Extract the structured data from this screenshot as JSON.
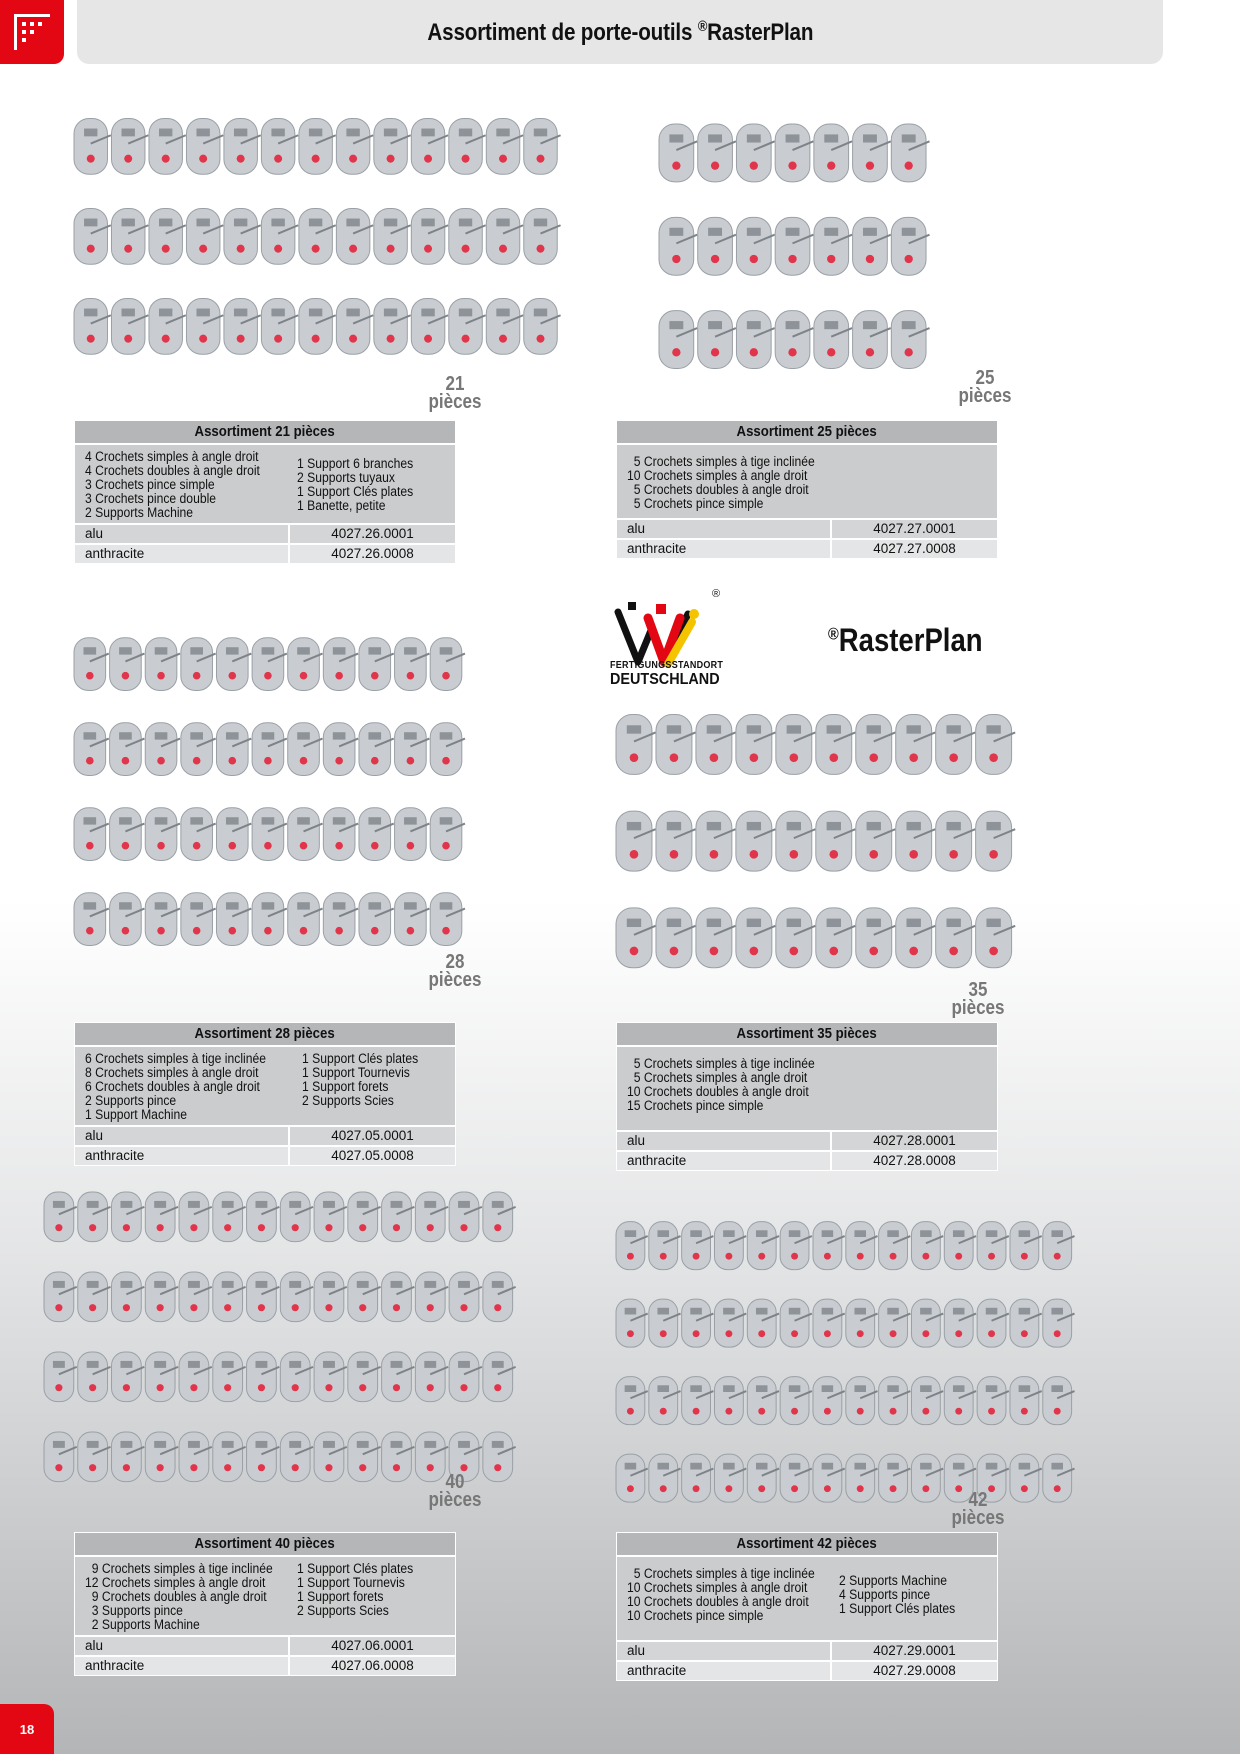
{
  "header": {
    "title": "Assortiment de porte-outils ",
    "reg": "®",
    "brand": "RasterPlan"
  },
  "page_number": "18",
  "brand_block": {
    "reg": "®",
    "name": "RasterPlan",
    "badge_line1": "FERTIGUNGSSTANDORT",
    "badge_line2": "DEUTSCHLAND",
    "badge_reg": "®"
  },
  "assortments": [
    {
      "count": "21",
      "word": "pièces",
      "title": "Assortiment 21 pièces",
      "col1": "4 Crochets simples à angle droit\n4 Crochets doubles à angle droit\n3 Crochets pince simple\n3 Crochets pince double\n2 Supports Machine",
      "col2": "1 Support 6 branches\n2 Supports tuyaux\n1 Support Clés plates\n1 Banette, petite",
      "alu_label": "alu",
      "alu_code": "4027.26.0001",
      "anth_label": "anthracite",
      "anth_code": "4027.26.0008"
    },
    {
      "count": "25",
      "word": "pièces",
      "title": "Assortiment 25 pièces",
      "col1": "  5 Crochets simples à tige inclinée\n10 Crochets simples à angle droit\n  5 Crochets doubles à angle droit\n  5 Crochets pince simple",
      "col2": "",
      "alu_label": "alu",
      "alu_code": "4027.27.0001",
      "anth_label": "anthracite",
      "anth_code": "4027.27.0008"
    },
    {
      "count": "28",
      "word": "pièces",
      "title": "Assortiment 28 pièces",
      "col1": "6 Crochets simples à tige inclinée\n8 Crochets simples à angle droit\n6 Crochets doubles à angle droit\n2 Supports pince\n1 Support Machine",
      "col2": "1 Support Clés plates\n1 Support Tournevis\n1 Support forets\n2 Supports Scies",
      "alu_label": "alu",
      "alu_code": "4027.05.0001",
      "anth_label": "anthracite",
      "anth_code": "4027.05.0008"
    },
    {
      "count": "35",
      "word": "pièces",
      "title": "Assortiment 35 pièces",
      "col1": "  5 Crochets simples à tige inclinée\n  5 Crochets simples à angle droit\n10 Crochets doubles à angle droit\n15 Crochets pince simple",
      "col2": "",
      "alu_label": "alu",
      "alu_code": "4027.28.0001",
      "anth_label": "anthracite",
      "anth_code": "4027.28.0008"
    },
    {
      "count": "40",
      "word": "pièces",
      "title": "Assortiment 40 pièces",
      "col1": "  9 Crochets simples à tige inclinée\n12 Crochets simples à angle droit\n  9 Crochets doubles à angle droit\n  3 Supports pince\n  2 Supports Machine",
      "col2": "1 Support Clés plates\n1 Support Tournevis\n1 Support forets\n2 Supports Scies",
      "alu_label": "alu",
      "alu_code": "4027.06.0001",
      "anth_label": "anthracite",
      "anth_code": "4027.06.0008"
    },
    {
      "count": "42",
      "word": "pièces",
      "title": "Assortiment 42 pièces",
      "col1": "  5 Crochets simples à tige inclinée\n10 Crochets simples à angle droit\n10 Crochets doubles à angle droit\n10 Crochets pince simple",
      "col2": "2 Supports Machine\n4 Supports pince\n1 Support Clés plates",
      "alu_label": "alu",
      "alu_code": "4027.29.0001",
      "anth_label": "anthracite",
      "anth_code": "4027.29.0008"
    }
  ]
}
